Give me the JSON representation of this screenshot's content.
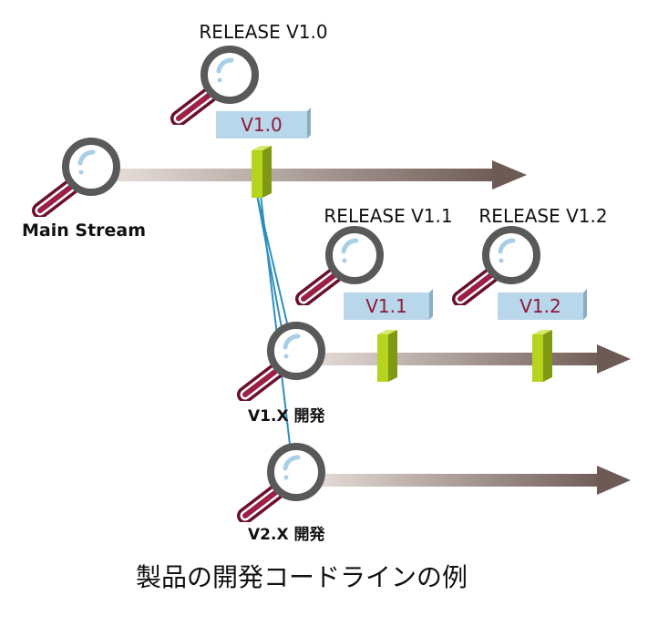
{
  "streams": {
    "main": {
      "label": "Main Stream"
    },
    "v1x": {
      "label": "V1.X 開発"
    },
    "v2x": {
      "label": "V2.X 開発"
    }
  },
  "releases": [
    {
      "title": "RELEASE V1.0",
      "tag": "V1.0"
    },
    {
      "title": "RELEASE V1.1",
      "tag": "V1.1"
    },
    {
      "title": "RELEASE V1.2",
      "tag": "V1.2"
    }
  ],
  "caption": "製品の開発コードラインの例",
  "colors": {
    "arrow_start": "#e2d7d1",
    "arrow_end": "#6e5a55",
    "magnifier_ring": "#595959",
    "magnifier_handle": "#8b1a3a",
    "tag_fill": "#b9d7ea",
    "tag_text": "#8b1a3a",
    "marker_front": "#b6d41e",
    "marker_side": "#7f9a12",
    "branch_line": "#2e8fbf"
  }
}
